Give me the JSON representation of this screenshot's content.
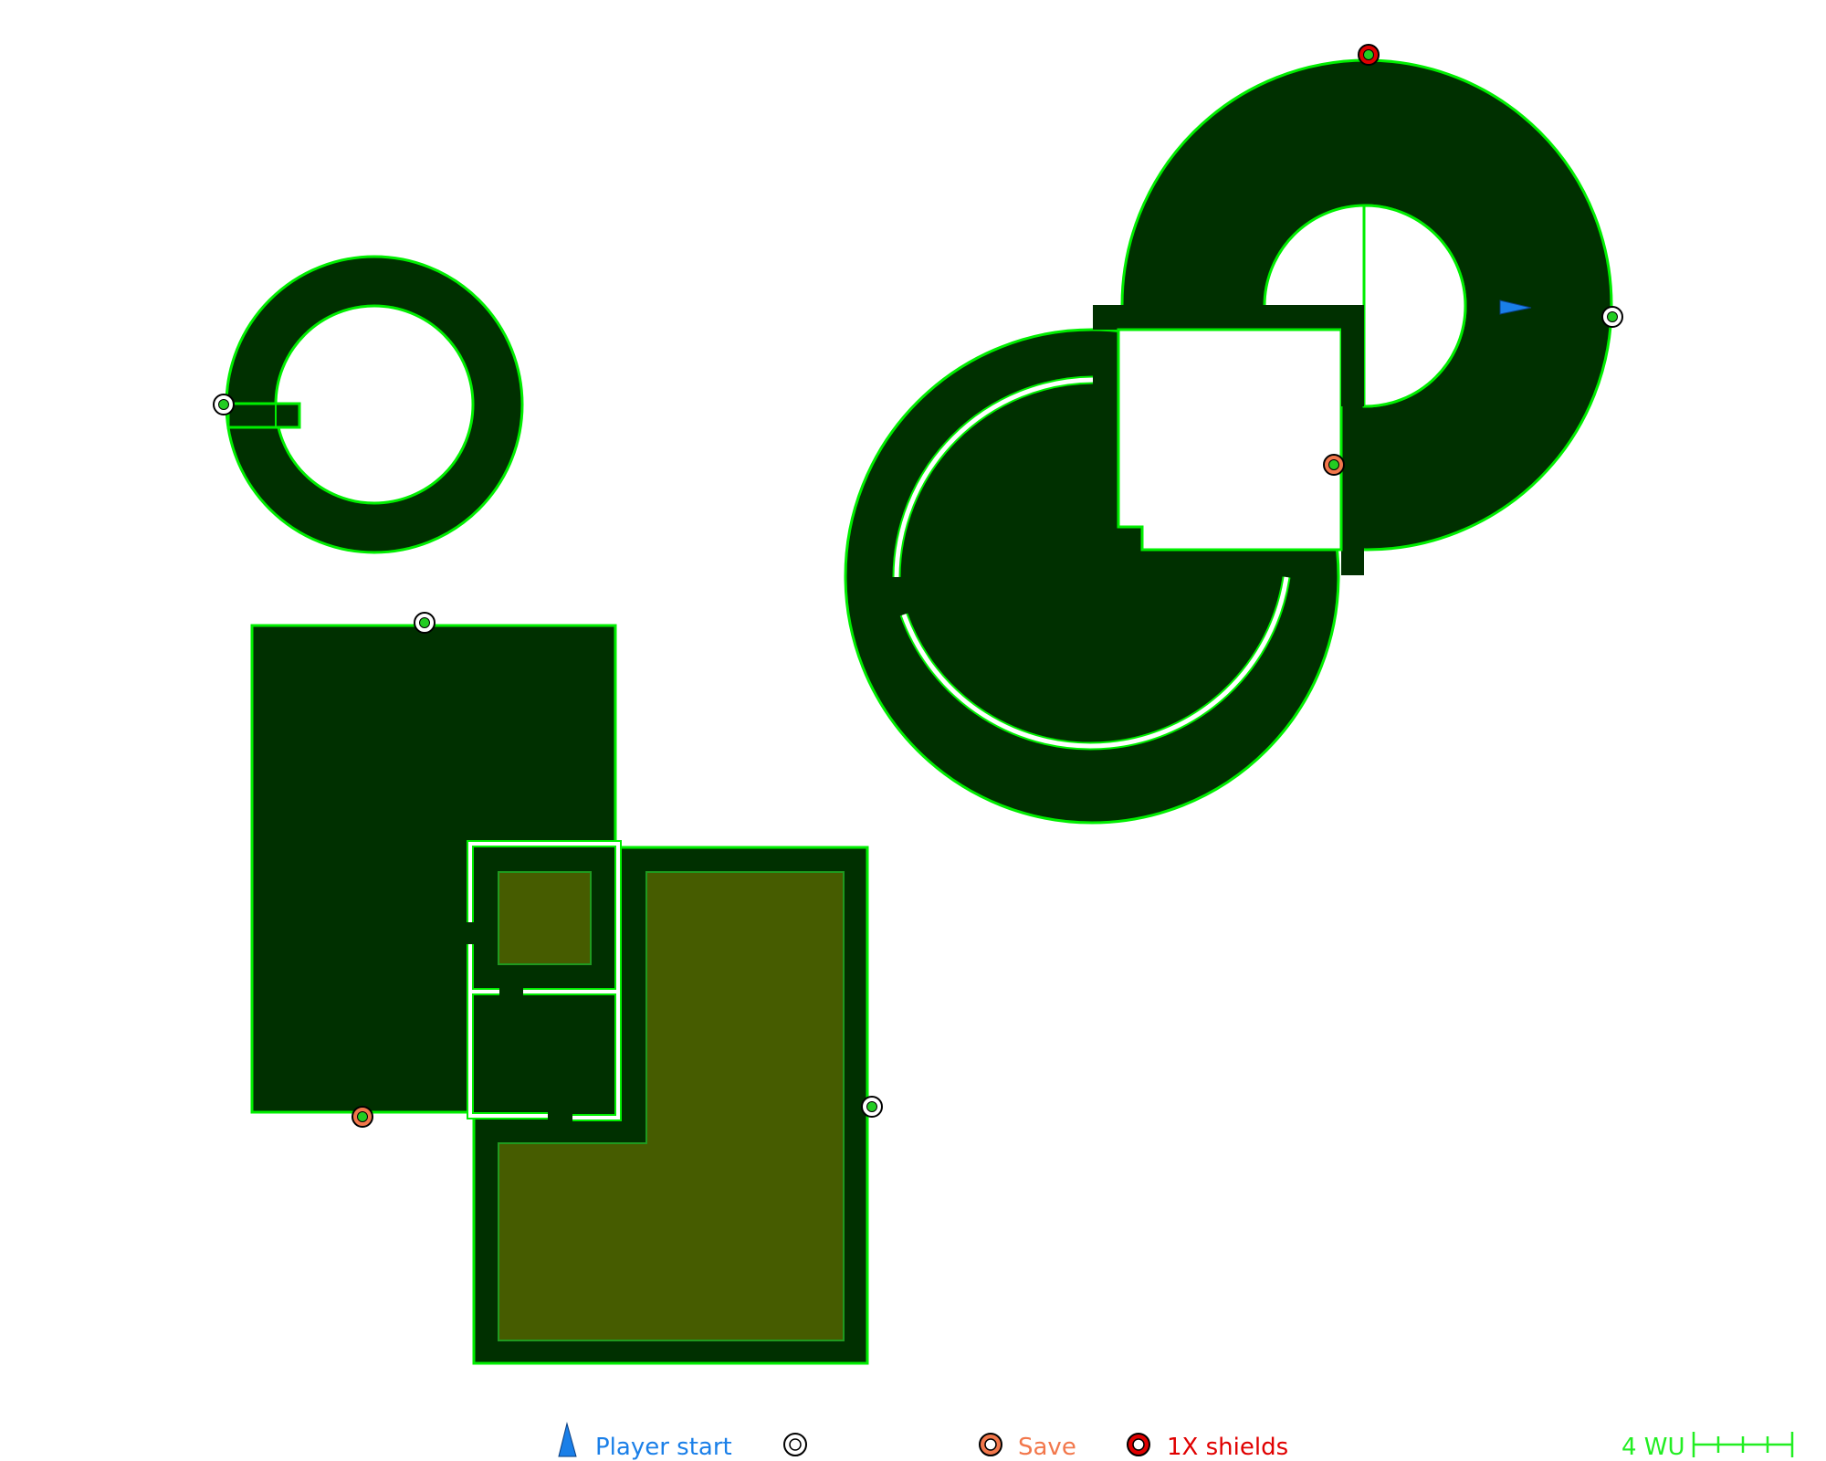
{
  "colors": {
    "background": "#ffffff",
    "floor": "#003000",
    "floor_edge": "#00ee00",
    "raised_floor": "#465c00",
    "raised_edge": "#1f9a1f",
    "door_gap": "#ffffff",
    "player_start": "#1a7fe8",
    "save": "#f2774b",
    "shields": "#e00000",
    "scale": "#22ee22"
  },
  "legend": {
    "player_start": {
      "label": "Player start",
      "icon": "player-start-icon"
    },
    "exit": {
      "label": "",
      "icon": "exit-ring-icon"
    },
    "save": {
      "label": "Save",
      "icon": "save-ring-icon"
    },
    "shields": {
      "label": "1X shields",
      "icon": "shield-ring-icon"
    }
  },
  "scale_bar": {
    "label": "4 WU",
    "ticks": 4
  }
}
